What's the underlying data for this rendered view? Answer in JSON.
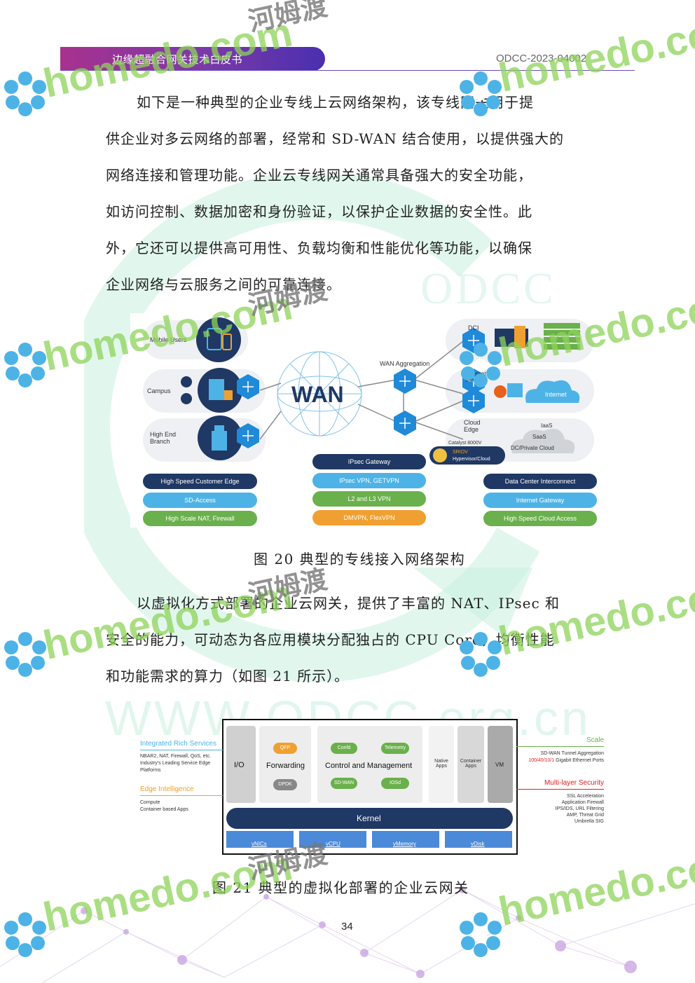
{
  "header": {
    "title": "边缘超融合网关技术白皮书",
    "doc_code": "ODCC-2023-04002"
  },
  "paragraph1": [
    "如下是一种典型的企业专线上云网络架构，该专线网关用于提",
    "供企业对多云网络的部署，经常和 SD-WAN 结合使用，以提供强大的",
    "网络连接和管理功能。企业云专线网关通常具备强大的安全功能，",
    "如访问控制、数据加密和身份验证，以保护企业数据的安全性。此",
    "外，它还可以提供高可用性、负载均衡和性能优化等功能，以确保",
    "企业网络与云服务之间的可靠连接。"
  ],
  "figure20": {
    "caption": "图 20 典型的专线接入网络架构",
    "left_groups": [
      "Mobile Users",
      "Campus",
      "High End Branch"
    ],
    "center_label": "WAN",
    "wan_aggregation": "WAN Aggregation",
    "right_groups": [
      "DCI",
      "Internet Gateway",
      "Cloud Edge"
    ],
    "internet": "Internet",
    "cloud_services": [
      "IaaS",
      "SaaS",
      "DC/Private Cloud"
    ],
    "catalyst": "Catalyst 8000V",
    "sriov": "SRIOV",
    "hypervisor": "Hypervisor/Cloud",
    "left_pills": [
      "High Speed Customer Edge",
      "SD-Access",
      "High Scale NAT, Firewall"
    ],
    "center_pills": [
      "IPsec Gateway",
      "IPsec VPN, GETVPN",
      "L2 and L3 VPN",
      "DMVPN, FlexVPN"
    ],
    "right_pills": [
      "Data Center Interconnect",
      "Internet Gateway",
      "High Speed Cloud Access"
    ],
    "colors": {
      "navy": "#1f3864",
      "sky": "#4db3e6",
      "green": "#6ab04c",
      "orange": "#f0a030",
      "hex": "#1f8ad8"
    }
  },
  "paragraph2": [
    "以虚拟化方式部署的企业云网关，提供了丰富的 NAT、IPsec 和",
    "安全的能力，可动态为各应用模块分配独占的 CPU Core，均衡性能",
    "和功能需求的算力（如图 21 所示）。"
  ],
  "figure21": {
    "caption": "图 21 典型的虚拟化部署的企业云网关",
    "left_titles": [
      "Integrated Rich Services",
      "Edge Intelligence"
    ],
    "left_desc1": [
      "NBAR2, NAT, Firewall, QoS, etc.",
      "Industry's Leading Service Edge",
      "Platforms"
    ],
    "left_desc2": [
      "Compute",
      "Container based Apps"
    ],
    "io": "I/O",
    "forwarding": "Forwarding",
    "qfp": "QFP",
    "dpdk": "DPDK",
    "control": "Control and Management",
    "confd": "Confd",
    "telemetry": "Telemetry",
    "sdwan": "SD-WAN",
    "iosd": "IOSd",
    "native_apps": [
      "Native",
      "Apps"
    ],
    "container_apps": [
      "Container",
      "Apps"
    ],
    "vm": "VM",
    "kernel": "Kernel",
    "virtual": [
      "vNICs",
      "vCPU",
      "vMemory",
      "vDisk"
    ],
    "right_title1": "Scale",
    "right_desc1a": "SD-WAN Tunnel Aggregation",
    "right_desc1b_red": "100/40/10/1",
    "right_desc1b": " Gigabit Ethernet Ports",
    "right_title2": "Multi-layer Security",
    "right_desc2": [
      "SSL Acceleration",
      "Application Firewall",
      "IPS/IDS, URL Filtering",
      "AMP, Threat Grid",
      "Umbrella SIG"
    ]
  },
  "page_number": "34",
  "watermark": {
    "latin": "homedo.com",
    "cn": "河姆渡",
    "bg_text": "WWW.ODCC.org.cn",
    "bg_text2": "ODCC"
  }
}
